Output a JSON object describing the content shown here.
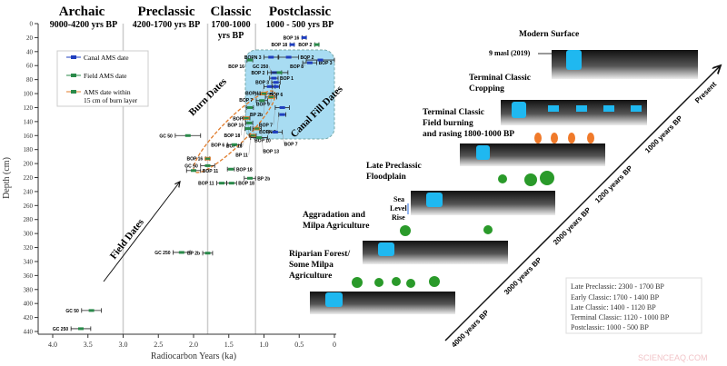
{
  "chart_data": {
    "type": "scatter",
    "xlabel": "Radiocarbon Years (ka)",
    "ylabel": "Depth (cm)",
    "xlim": [
      4.0,
      0
    ],
    "ylim": [
      0,
      440
    ],
    "x_ticks": [
      "4.0",
      "3.5",
      "3.0",
      "2.5",
      "2.0",
      "1.5",
      "1.0",
      "0.5",
      "0"
    ],
    "y_ticks": [
      "0",
      "20",
      "40",
      "60",
      "80",
      "100",
      "120",
      "140",
      "160",
      "180",
      "200",
      "220",
      "240",
      "260",
      "280",
      "300",
      "320",
      "340",
      "360",
      "380",
      "400",
      "420",
      "440"
    ],
    "grid": false,
    "legend_position": "top-left",
    "legend": [
      {
        "label": "Canal AMS date",
        "color": "#1f3fbf"
      },
      {
        "label": "Field AMS date",
        "color": "#2a8a4a"
      },
      {
        "label": "AMS date within 15 cm of burn layer",
        "label_lines": [
          "AMS date within",
          "15 cm of burn layer"
        ],
        "color": "#2a8a4a",
        "edge": "#e07b2a"
      }
    ],
    "periods": [
      {
        "name": "Archaic",
        "range": "9000-4200 yrs BP"
      },
      {
        "name": "Preclassic",
        "range": "4200-1700 yrs BP"
      },
      {
        "name": "Classic",
        "range_lines": [
          "1700-1000",
          "yrs BP"
        ]
      },
      {
        "name": "Postclassic",
        "range": "1000 - 500 yrs BP"
      }
    ],
    "period_boundaries_ka": [
      3.0,
      1.8,
      1.12
    ],
    "annotations": [
      "Burn Dates",
      "Canal Fill Dates",
      "Field Dates"
    ],
    "points": [
      {
        "label": "BOP 16",
        "type": "canal",
        "age": 0.43,
        "depth": 20,
        "err": 0.03
      },
      {
        "label": "BOP 18",
        "type": "canal",
        "age": 0.6,
        "depth": 30,
        "err": 0.03
      },
      {
        "label": "BOP 2",
        "type": "field",
        "age": 0.25,
        "depth": 30,
        "err": 0.03
      },
      {
        "label": "BOPN 3",
        "type": "canal",
        "age": 0.9,
        "depth": 48,
        "err": 0.1
      },
      {
        "label": "BOP 2",
        "type": "canal",
        "age": 0.65,
        "depth": 48,
        "err": 0.14
      },
      {
        "label": "BOP 8",
        "type": "canal",
        "age": 0.2,
        "depth": 52,
        "err": 0.2
      },
      {
        "label": "BOP 3",
        "type": "canal",
        "age": 0.35,
        "depth": 56,
        "err": 0.1
      },
      {
        "label": "BOP 16",
        "type": "field",
        "age": 1.2,
        "depth": 52,
        "err": 0.04
      },
      {
        "label": "BOP 2",
        "type": "canal",
        "age": 0.85,
        "depth": 70,
        "err": 0.1
      },
      {
        "label": "GC 250",
        "type": "field",
        "age": 0.78,
        "depth": 70,
        "err": 0.12
      },
      {
        "label": "BOP 1",
        "type": "canal",
        "age": 0.86,
        "depth": 78,
        "err": 0.06
      },
      {
        "label": "BOP 3",
        "type": "canal",
        "age": 0.83,
        "depth": 84,
        "err": 0.06
      },
      {
        "label": "BOP 11",
        "type": "canal",
        "age": 0.92,
        "depth": 90,
        "err": 0.08
      },
      {
        "label": "BOP 9",
        "type": "canal",
        "age": 0.83,
        "depth": 90,
        "err": 0.05
      },
      {
        "label": "BOP 7",
        "type": "burn",
        "age": 1.0,
        "depth": 100,
        "err": 0.12
      },
      {
        "label": "BP 2b",
        "type": "burn",
        "age": 0.9,
        "depth": 105,
        "err": 0.08
      },
      {
        "label": "BOP 6",
        "type": "field",
        "age": 1.03,
        "depth": 110,
        "err": 0.08
      },
      {
        "label": "BOP 16",
        "type": "field",
        "age": 1.2,
        "depth": 120,
        "err": 0.05
      },
      {
        "label": "BOP 7",
        "type": "canal",
        "age": 0.74,
        "depth": 120,
        "err": 0.1
      },
      {
        "label": "BOPN 3",
        "type": "canal",
        "age": 0.74,
        "depth": 130,
        "err": 0.05
      },
      {
        "label": "BOP 18",
        "type": "burn",
        "age": 1.25,
        "depth": 135,
        "err": 0.05
      },
      {
        "label": "BOP 10",
        "type": "field",
        "age": 1.21,
        "depth": 142,
        "err": 0.05
      },
      {
        "label": "BOP 18",
        "type": "field",
        "age": 1.23,
        "depth": 150,
        "err": 0.04
      },
      {
        "label": "BOP 13",
        "type": "burn",
        "age": 1.1,
        "depth": 150,
        "err": 0.06
      },
      {
        "label": "BOP 7",
        "type": "canal",
        "age": 0.84,
        "depth": 155,
        "err": 0.1
      },
      {
        "label": "BOP 6",
        "type": "burn",
        "age": 1.16,
        "depth": 160,
        "err": 0.05
      },
      {
        "label": "BP 11",
        "type": "field",
        "age": 1.07,
        "depth": 163,
        "err": 0.12
      },
      {
        "label": "GC 50",
        "type": "field",
        "age": 2.08,
        "depth": 160,
        "err": 0.18
      },
      {
        "label": "BOP 6",
        "type": "field",
        "age": 1.42,
        "depth": 173,
        "err": 0.1
      },
      {
        "label": "BOP 16",
        "type": "burn",
        "age": 1.8,
        "depth": 193,
        "err": 0.03
      },
      {
        "label": "GC 50",
        "type": "field",
        "age": 1.8,
        "depth": 203,
        "err": 0.1
      },
      {
        "label": "BOP 11",
        "type": "field",
        "age": 2.0,
        "depth": 210,
        "err": 0.1
      },
      {
        "label": "BOP 18",
        "type": "field",
        "age": 1.47,
        "depth": 208,
        "err": 0.05
      },
      {
        "label": "BOP 11",
        "type": "field",
        "age": 1.6,
        "depth": 228,
        "err": 0.07
      },
      {
        "label": "BOP 18",
        "type": "field",
        "age": 1.46,
        "depth": 228,
        "err": 0.07
      },
      {
        "label": "BP 2b",
        "type": "field",
        "age": 1.2,
        "depth": 221,
        "err": 0.08
      },
      {
        "label": "GC 250",
        "type": "field",
        "age": 2.17,
        "depth": 327,
        "err": 0.12
      },
      {
        "label": "BP 2b",
        "type": "field",
        "age": 1.8,
        "depth": 328,
        "err": 0.07
      },
      {
        "label": "GC 50",
        "type": "field",
        "age": 3.45,
        "depth": 410,
        "err": 0.14
      },
      {
        "label": "GC 250",
        "type": "field",
        "age": 3.6,
        "depth": 436,
        "err": 0.14
      }
    ]
  },
  "diagram": {
    "stages": [
      {
        "title_lines": [
          "Modern Surface"
        ]
      },
      {
        "title_lines": [
          "Terminal Classic",
          "Cropping"
        ]
      },
      {
        "title_lines": [
          "Terminal Classic",
          "Field burning",
          "and rasing 1800-1000 BP"
        ]
      },
      {
        "title_lines": [
          "Late Preclassic",
          "Floodplain"
        ]
      },
      {
        "title_lines": [
          "Aggradation and",
          "Milpa Agriculture"
        ]
      },
      {
        "title_lines": [
          "Riparian Forest/",
          "Some Milpa",
          "Agriculture"
        ]
      }
    ],
    "elevation_label": "9 masl (2019)",
    "sea_level_lines": [
      "Sea",
      "Level",
      "Rise"
    ],
    "timeline": [
      "4000 years BP",
      "3000 years BP",
      "2000 years BP",
      "1200 years BP",
      "1000 years BP",
      "Present"
    ],
    "period_key": [
      "Late Preclassic: 2300 - 1700 BP",
      "Early Classic: 1700 - 1400 BP",
      "Late Classic: 1400 - 1120 BP",
      "Terminal Classic: 1120 - 1000 BP",
      "Postclassic: 1000 - 500 BP"
    ]
  },
  "watermark": "SCIENCEAQ.COM",
  "colors": {
    "canal": "#1f3fbf",
    "field": "#2a8a4a",
    "burn": "#e07b2a",
    "canal_region": "#a8dcf2",
    "water": "#1fb8f0"
  }
}
